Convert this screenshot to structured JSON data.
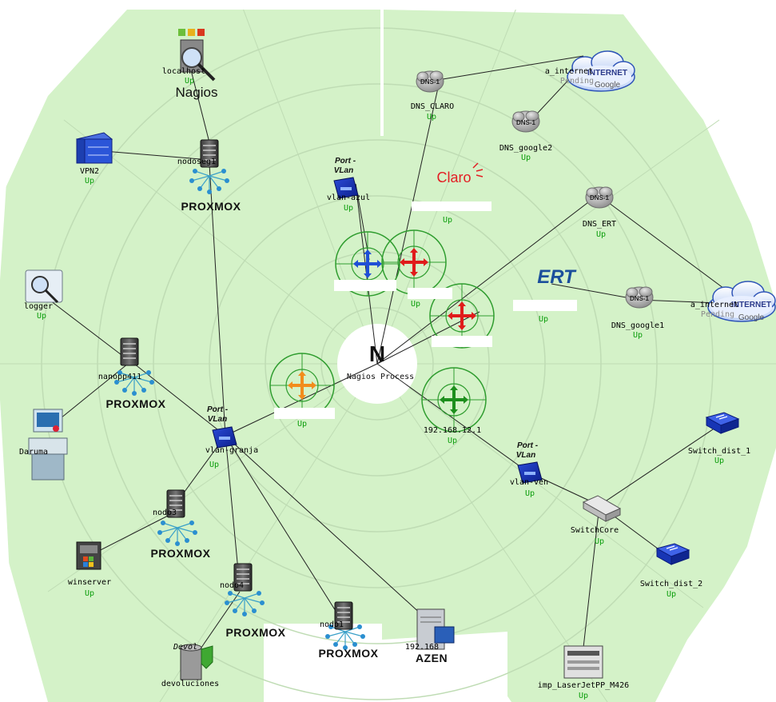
{
  "center": {
    "letter": "N",
    "label": "Nagios Process"
  },
  "logos": {
    "nagios": "Nagios",
    "proxmox": "PROXMOX",
    "claro": "Claro",
    "ert": "ERT",
    "port_vlan_1": "Port -",
    "port_vlan_2": "VLan",
    "cloud_text": "INTERNET",
    "cloud_google": "Google",
    "azen": "AZEN",
    "devol": "Devol"
  },
  "status": {
    "up": "Up",
    "pending": "Pending"
  },
  "nodes": {
    "localhost": "localhost",
    "vpn2": "VPN2",
    "nodoseg1": "nodoseg1",
    "logger": "logger",
    "nanopp": "nanopp411",
    "daruma": "Daruma",
    "vlan_left": "vlan-granja",
    "nodo_b": "nodo3",
    "winserver": "winserver",
    "nodo_c": "nodo4",
    "nodo_d": "nodo1",
    "devoluciones": "devoluciones",
    "server_ip": "192.168",
    "vlan_top": "vlan-azul",
    "dns_claro": "DNS_CLARO",
    "dns_google2": "DNS_google2",
    "a_internet_1": "a_internet",
    "dns_ert": "DNS_ERT",
    "dns_google1": "DNS_google1",
    "a_internet_2": "a_internet",
    "router_green": "192.168.12.1",
    "vlan_right": "vlan-ven",
    "switchcore": "SwitchCore",
    "switch_dist_1": "Switch_dist_1",
    "switch_dist_2": "Switch_dist_2",
    "printer": "imp_LaserJetPP_M426"
  },
  "dns_badge": "DNS-1",
  "colors": {
    "ring": "#d4f2c8",
    "ring_line": "#bfdcb4",
    "link": "#222222",
    "up": "#0a9d0a",
    "router_ring": "#2f9d2f",
    "router_blue": "#1f4fd6",
    "router_red": "#e01b1b",
    "router_orange": "#f28c1c",
    "router_green": "#1d8f1d"
  }
}
